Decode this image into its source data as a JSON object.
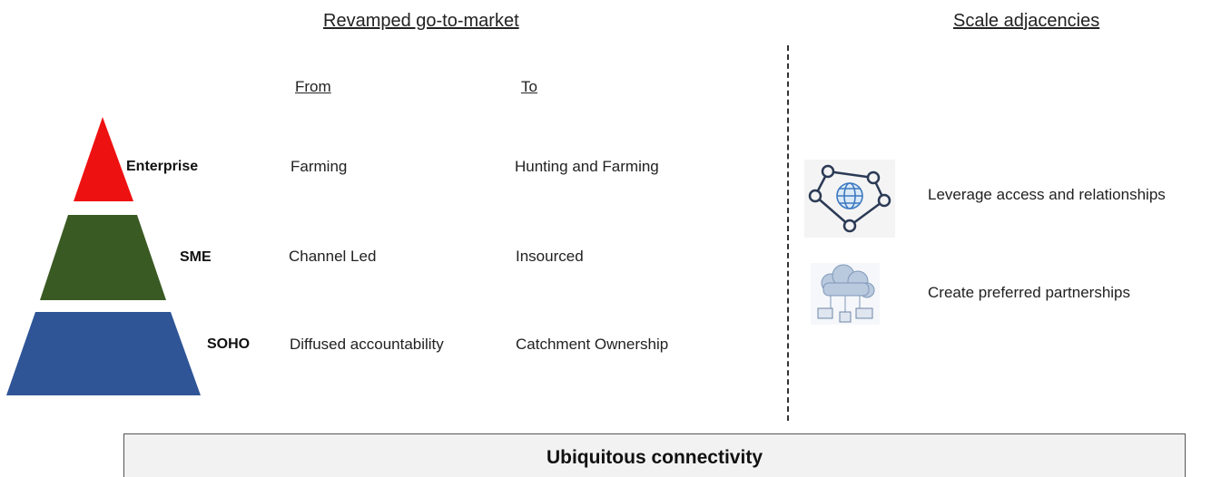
{
  "left_section": {
    "title": "Revamped go-to-market",
    "column_from": "From",
    "column_to": "To",
    "tiers": [
      {
        "label": "Enterprise",
        "from": "Farming",
        "to": "Hunting and Farming",
        "color": "#ee1111"
      },
      {
        "label": "SME",
        "from": "Channel Led",
        "to": "Insourced",
        "color": "#3a5a23"
      },
      {
        "label": "SOHO",
        "from": "Diffused accountability",
        "to": "Catchment Ownership",
        "color": "#2f5597"
      }
    ]
  },
  "right_section": {
    "title": "Scale adjacencies",
    "items": [
      {
        "icon": "network-globe-icon",
        "text": "Leverage access and  relationships"
      },
      {
        "icon": "cloud-devices-icon",
        "text": "Create preferred partnerships"
      }
    ]
  },
  "footer": {
    "label": "Ubiquitous connectivity"
  }
}
